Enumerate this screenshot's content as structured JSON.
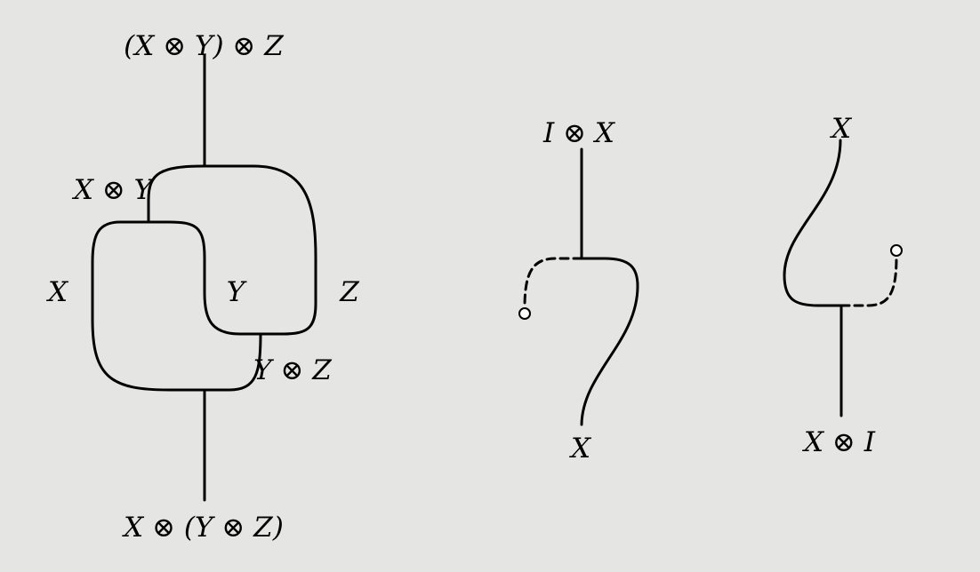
{
  "associator": {
    "top_label": "(X ⊗ Y) ⊗ Z",
    "xy_label": "X ⊗ Y",
    "x_label": "X",
    "y_label": "Y",
    "z_label": "Z",
    "yz_label": "Y ⊗ Z",
    "bottom_label": "X ⊗ (Y ⊗ Z)"
  },
  "left_unitor": {
    "top_label": "I ⊗ X",
    "bottom_label": "X"
  },
  "right_unitor": {
    "top_label": "X",
    "bottom_label": "X ⊗ I"
  }
}
